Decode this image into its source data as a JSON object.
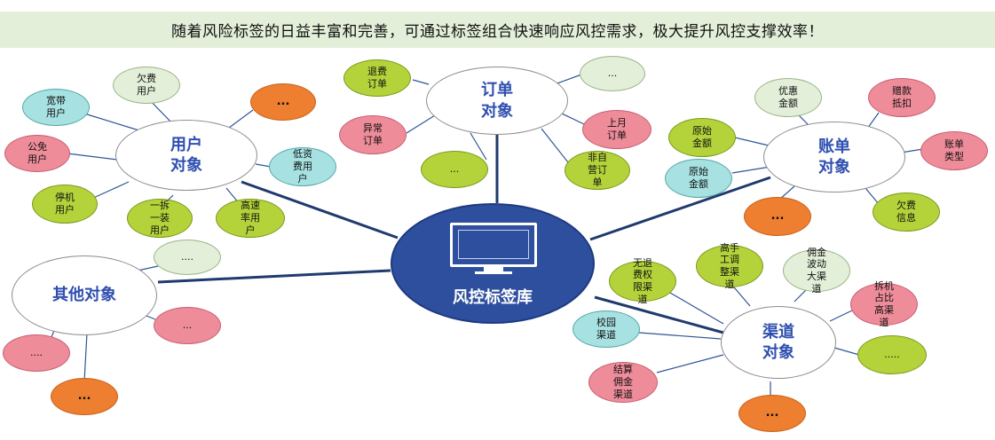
{
  "banner": "随着风险标签的日益丰富和完善，可通过标签组合快速响应风控需求，极大提升风控支撑效率！",
  "center": {
    "label": "风控标签库",
    "icon": "monitor-icon"
  },
  "groups": [
    {
      "label": "用户\n对象",
      "tags": [
        "欠费\n用户",
        "宽带\n用户",
        "...",
        "公免\n用户",
        "低资\n费用\n户",
        "停机\n用户",
        "一拆\n一装\n用户",
        "高速\n率用\n户"
      ]
    },
    {
      "label": "订单\n对象",
      "tags": [
        "退费\n订单",
        "...",
        "异常\n订单",
        "上月\n订单",
        "...",
        "非自\n营订\n单"
      ]
    },
    {
      "label": "账单\n对象",
      "tags": [
        "优惠\n金额",
        "赠款\n抵扣",
        "原始\n金额",
        "账单\n类型",
        "原始\n金额",
        "...",
        "欠费\n信息"
      ]
    },
    {
      "label": "其他对象",
      "tags": [
        "....",
        "...",
        "....",
        "..."
      ]
    },
    {
      "label": "渠道\n对象",
      "tags": [
        "高手\n工调\n整渠\n道",
        "佣金\n波动\n大渠\n道",
        "无退\n费权\n限渠\n道",
        "拆机\n占比\n高渠\n道",
        "校园\n渠道",
        ".....",
        "结算\n佣金\n渠道",
        "..."
      ]
    }
  ],
  "colors": {
    "banner_bg": "#e3efd9",
    "center_fill": "#2e4e9e",
    "title_text": "#2f4fb0",
    "link_line": "#1f3a6e"
  }
}
